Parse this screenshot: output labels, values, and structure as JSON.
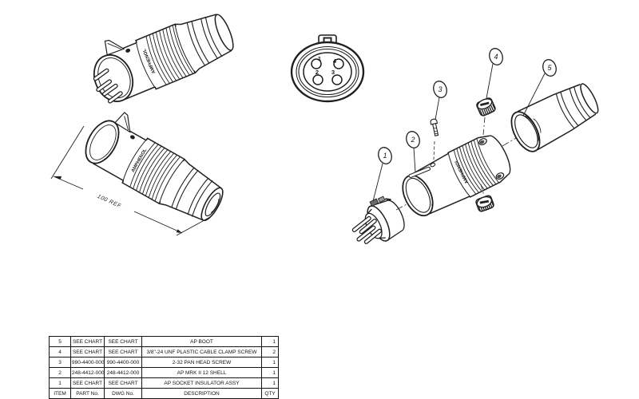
{
  "drawing": {
    "brand": "AMPHENOL",
    "dimension_label": "100 REF",
    "front_view": {
      "pin_labels": {
        "p1": "1",
        "p2": "2",
        "p3": "3",
        "p4": "4"
      }
    },
    "balloons": {
      "b1": "1",
      "b2": "2",
      "b3": "3",
      "b4": "4",
      "b5": "5"
    }
  },
  "table": {
    "headers": {
      "item": "ITEM",
      "part": "PART No.",
      "dwg": "DWG No.",
      "desc": "DESCRIPTION",
      "qty": "QTY"
    },
    "rows": [
      {
        "item": "5",
        "part": "SEE CHART",
        "dwg": "SEE CHART",
        "desc": "AP BOOT",
        "qty": "1"
      },
      {
        "item": "4",
        "part": "SEE CHART",
        "dwg": "SEE CHART",
        "desc": "3/8\"-24 UNF PLASTIC CABLE CLAMP SCREW",
        "qty": "2"
      },
      {
        "item": "3",
        "part": "990-4400-000",
        "dwg": "990-4400-000",
        "desc": "2-32 PAN HEAD SCREW",
        "qty": "1"
      },
      {
        "item": "2",
        "part": "248-4412-000",
        "dwg": "248-4412-000",
        "desc": "AP MRK II 12 SHELL",
        "qty": "1"
      },
      {
        "item": "1",
        "part": "SEE CHART",
        "dwg": "SEE CHART",
        "desc": "AP SOCKET INSULATOR ASSY",
        "qty": "1"
      }
    ]
  },
  "colors": {
    "line": "#1f1f1f",
    "background": "#ffffff"
  }
}
